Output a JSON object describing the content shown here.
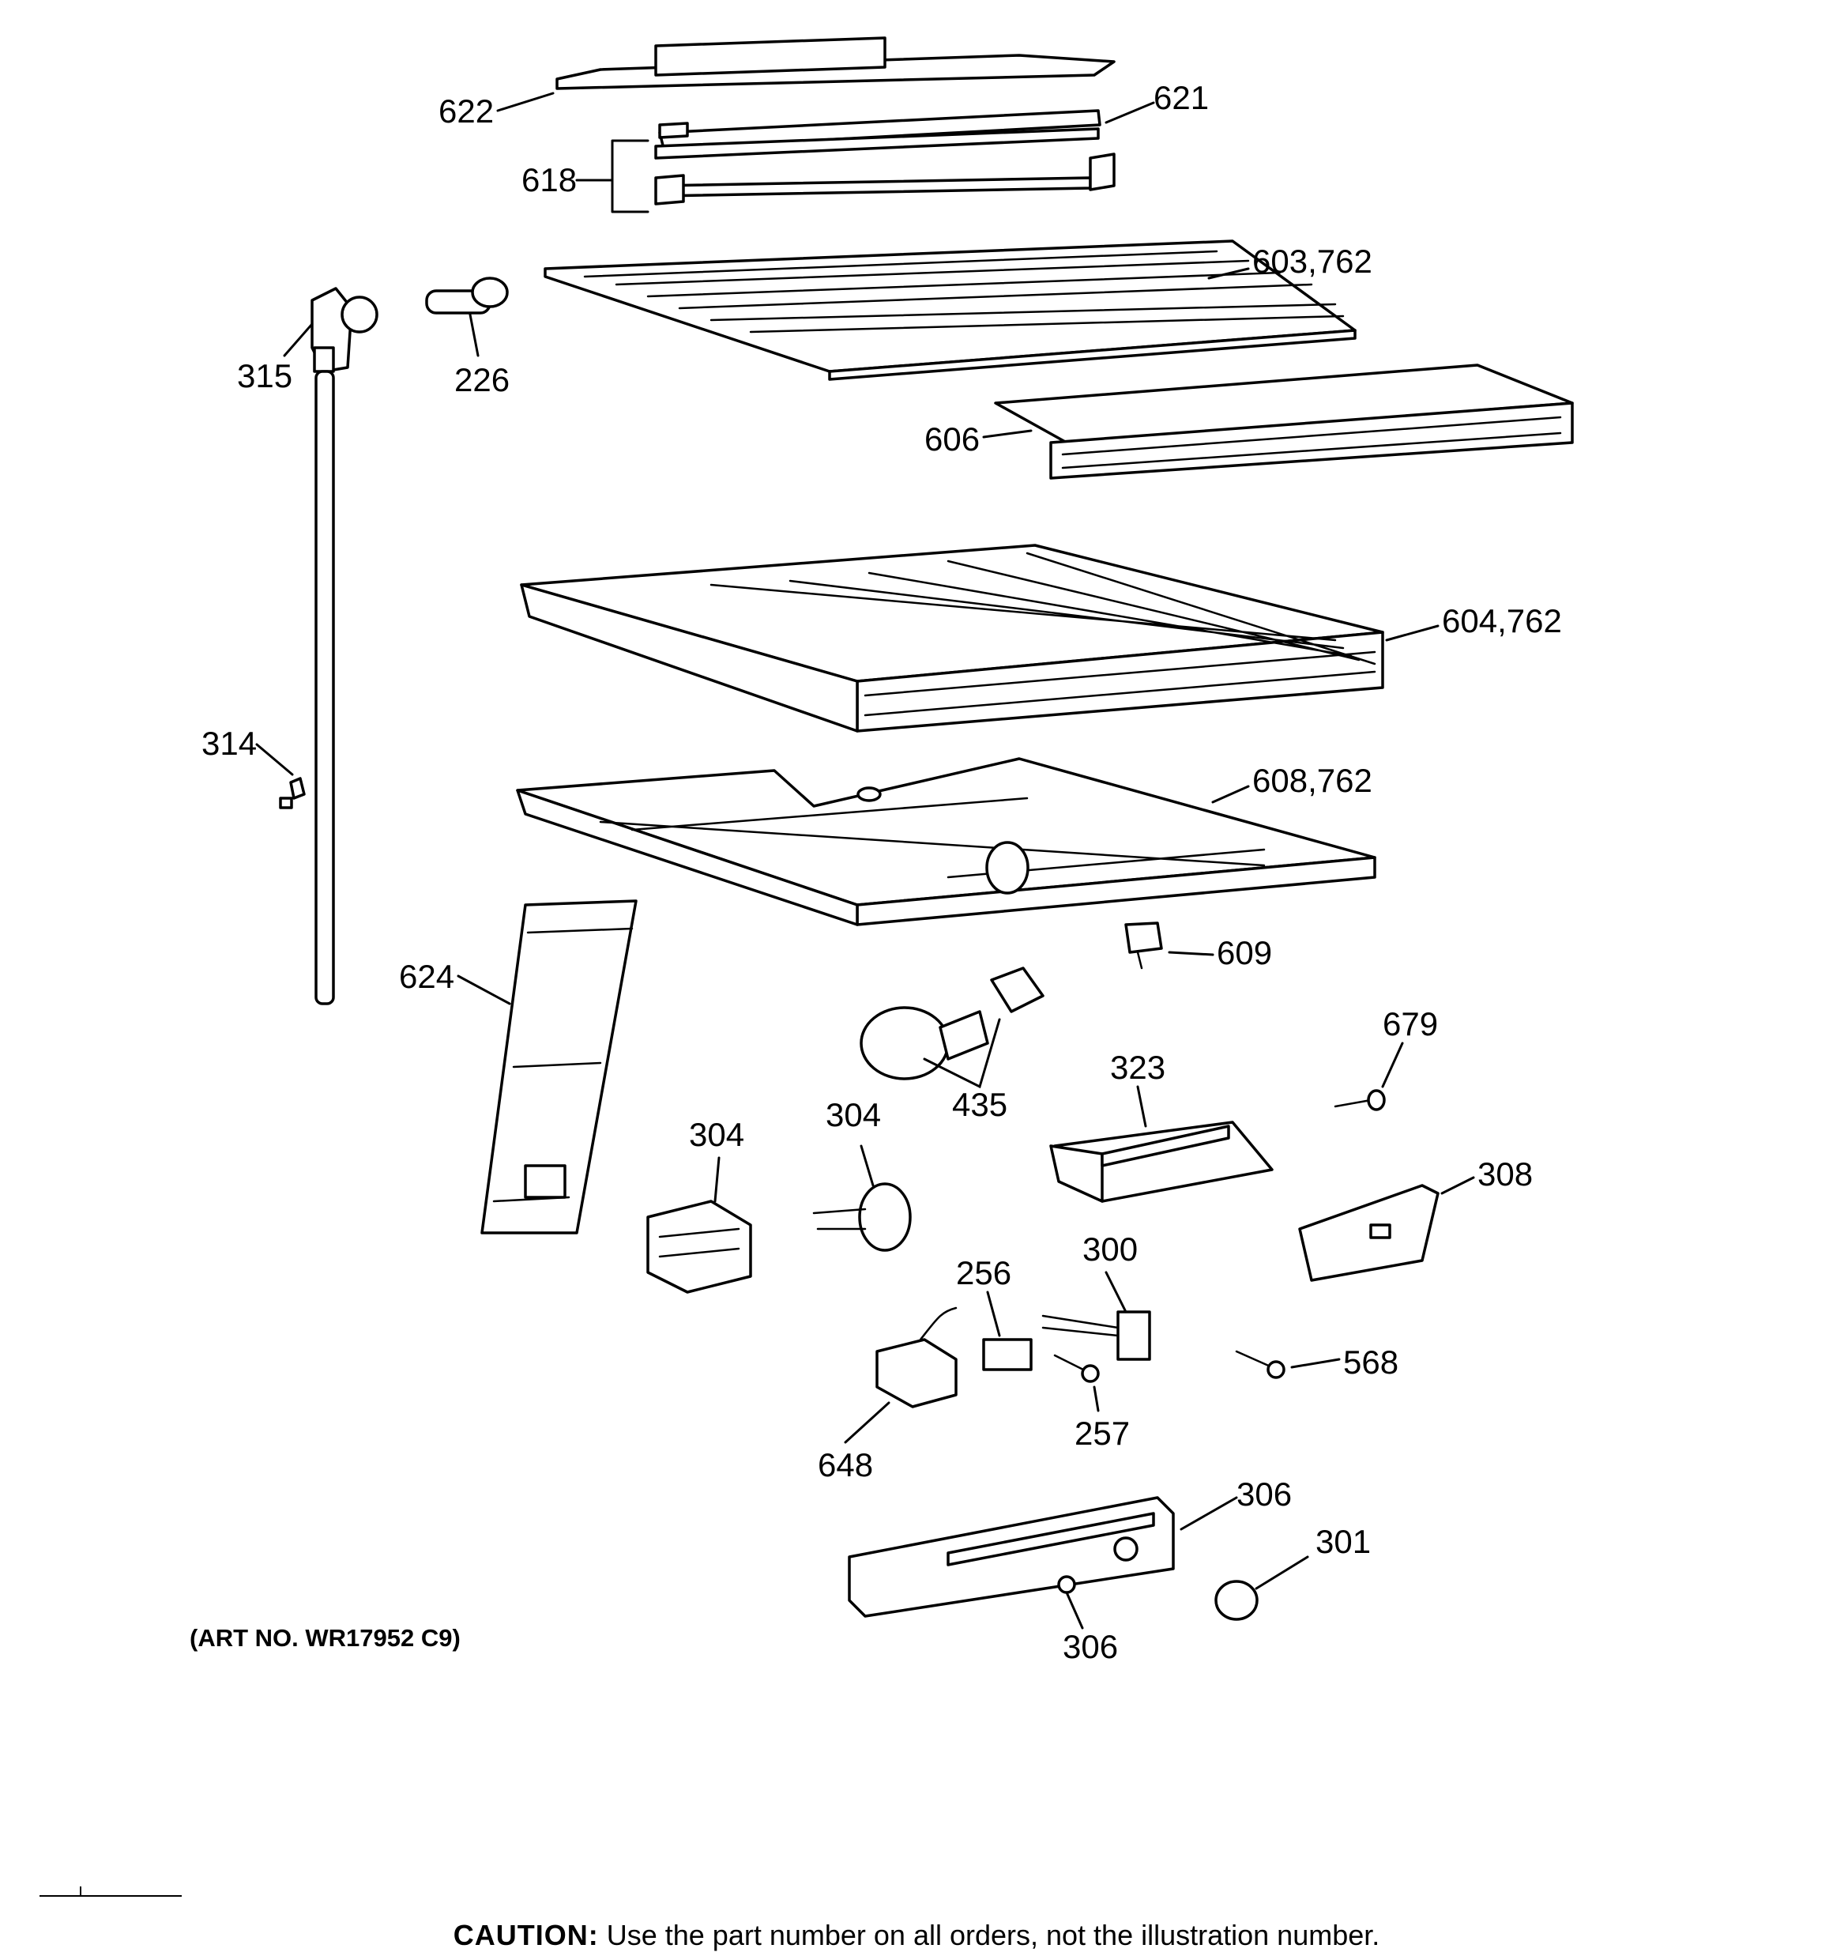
{
  "diagram": {
    "art_number": "(ART NO. WR17952 C9)",
    "caution_label": "CAUTION:",
    "caution_text": "Use the part number on all orders, not the illustration number.",
    "callouts": {
      "c622": "622",
      "c621": "621",
      "c618": "618",
      "c603": "603,762",
      "c315": "315",
      "c226": "226",
      "c606": "606",
      "c604": "604,762",
      "c314": "314",
      "c608": "608,762",
      "c624": "624",
      "c609": "609",
      "c679": "679",
      "c323": "323",
      "c435": "435",
      "c304a": "304",
      "c304b": "304",
      "c308": "308",
      "c300": "300",
      "c256": "256",
      "c568": "568",
      "c257": "257",
      "c648": "648",
      "c306a": "306",
      "c301": "301",
      "c306b": "306"
    }
  }
}
